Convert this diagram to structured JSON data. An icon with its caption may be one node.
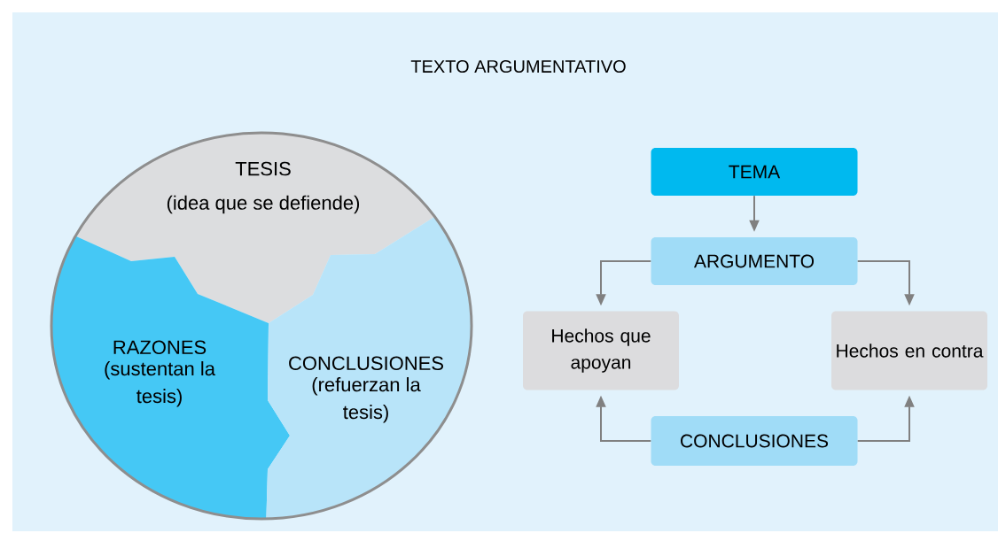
{
  "diagram": {
    "title": "TEXTO ARGUMENTATIVO",
    "nodes": [
      {
        "text": [
          "TESIS",
          "(idea que se defiende)"
        ]
      },
      {
        "text": [
          "RAZONES",
          "(sustentan la tesis)"
        ]
      },
      {
        "text": [
          "CONCLUSIONES",
          "(refuerzan la tesis)"
        ]
      },
      {
        "text": [
          "TEMA"
        ]
      },
      {
        "text": [
          "ARGUMENTO"
        ]
      },
      {
        "text": [
          "Hechos que apoyan"
        ]
      },
      {
        "text": [
          "Hechos en contra"
        ]
      },
      {
        "text": [
          "CONCLUSIONES"
        ]
      }
    ],
    "edges": [
      {
        "from": 3,
        "to": 4,
        "arrow": "to"
      },
      {
        "from": 4,
        "to": 5,
        "arrow": "to"
      },
      {
        "from": 4,
        "to": 6,
        "arrow": "to"
      },
      {
        "from": 7,
        "to": 5,
        "arrow": "to"
      },
      {
        "from": 7,
        "to": 6,
        "arrow": "to"
      }
    ]
  }
}
